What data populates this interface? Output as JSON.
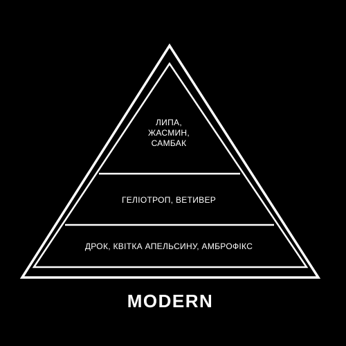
{
  "diagram": {
    "tiers": {
      "top": {
        "lines": [
          "Липа,",
          "жасмин,",
          "самбак"
        ]
      },
      "middle": {
        "label": "Геліотроп, ветивер"
      },
      "bottom": {
        "label": "Дрок, квітка апельсину, амброфікс"
      }
    },
    "brand": "MODERN"
  },
  "colors": {
    "background": "#000000",
    "foreground": "#ffffff"
  }
}
